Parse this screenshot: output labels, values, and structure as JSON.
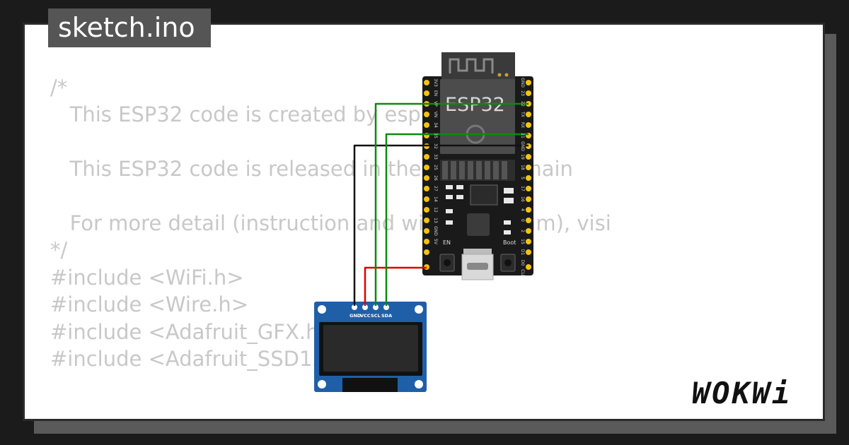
{
  "tab": {
    "filename": "sketch.ino"
  },
  "code": {
    "lines": [
      "/*",
      "   This ESP32 code is created by esp32io.com",
      "",
      "   This ESP32 code is released in the public domain",
      "",
      "   For more detail (instruction and wiring diagram), visi",
      "*/",
      "#include <WiFi.h>",
      "#include <Wire.h>",
      "#include <Adafruit_GFX.h>",
      "#include <Adafruit_SSD1306.h>"
    ]
  },
  "esp32": {
    "chip_label": "ESP32",
    "button_en": "EN",
    "button_boot": "Boot",
    "left_pins": [
      "3V3",
      "EN",
      "VP",
      "VN",
      "34",
      "35",
      "32",
      "33",
      "25",
      "26",
      "27",
      "14",
      "12",
      "13",
      "GND",
      "5V"
    ],
    "right_pins": [
      "GND",
      "23",
      "22",
      "TX",
      "RX",
      "21",
      "GND",
      "19",
      "18",
      "5",
      "17",
      "16",
      "4",
      "0",
      "2",
      "15",
      "D1",
      "D0",
      "CLK"
    ]
  },
  "oled": {
    "pins": [
      "GND",
      "VCC",
      "SCL",
      "SDA"
    ]
  },
  "logo": {
    "text": "WOKWi"
  },
  "colors": {
    "wire_green": "#0a8a0a",
    "wire_red": "#e00000",
    "wire_black": "#111111",
    "board_black": "#1a1a1a",
    "oled_blue": "#1f5fa8"
  }
}
